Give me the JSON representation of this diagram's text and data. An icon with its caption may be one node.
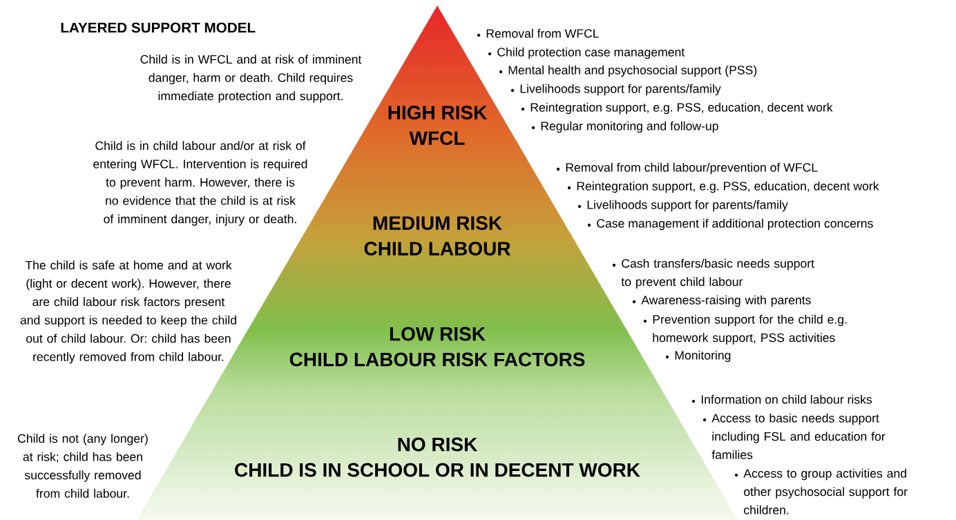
{
  "diagram": {
    "title": "LAYERED SUPPORT MODEL",
    "nodes": [
      {
        "text": [
          "HIGH RISK",
          "WFCL"
        ]
      },
      {
        "text": [
          "MEDIUM RISK",
          "CHILD LABOUR"
        ]
      },
      {
        "text": [
          "LOW RISK",
          "CHILD LABOUR RISK FACTORS"
        ]
      },
      {
        "text": [
          "NO RISK",
          "CHILD IS IN SCHOOL OR IN DECENT WORK"
        ]
      }
    ],
    "labels": [
      "Child is in WFCL and at risk of imminent danger, harm or death. Child requires immediate protection and support.",
      "Removal from WFCL",
      "Child protection case management",
      "Mental health and psychosocial support (PSS)",
      "Livelihoods support for parents/family",
      "Reintegration support, e.g. PSS, education, decent work",
      "Regular monitoring and follow-up",
      "Child is in child labour and/or at risk of entering WFCL. Intervention is required to prevent harm. However, there is no evidence that the child is at risk of imminent danger, injury or death.",
      "Removal from child labour/prevention of WFCL",
      "Reintegration support, e.g. PSS, education, decent work",
      "Livelihoods support for parents/family",
      "Case management if additional protection concerns",
      "The child is safe at home and at work (light or decent work). However, there are child labour risk factors present and support is needed to keep the child out of child labour. Or: child has been recently removed from child labour.",
      "Cash transfers/basic needs support to prevent child labour",
      "Awareness-raising with parents",
      "Prevention support for the child e.g. homework support, PSS activities",
      "Monitoring",
      "Child is not (any longer) at risk; child has been successfully removed from child labour.",
      "Information on child labour risks",
      "Access to basic needs support including FSL and education for families",
      "Access to group activities and other psychosocial support for children."
    ]
  }
}
